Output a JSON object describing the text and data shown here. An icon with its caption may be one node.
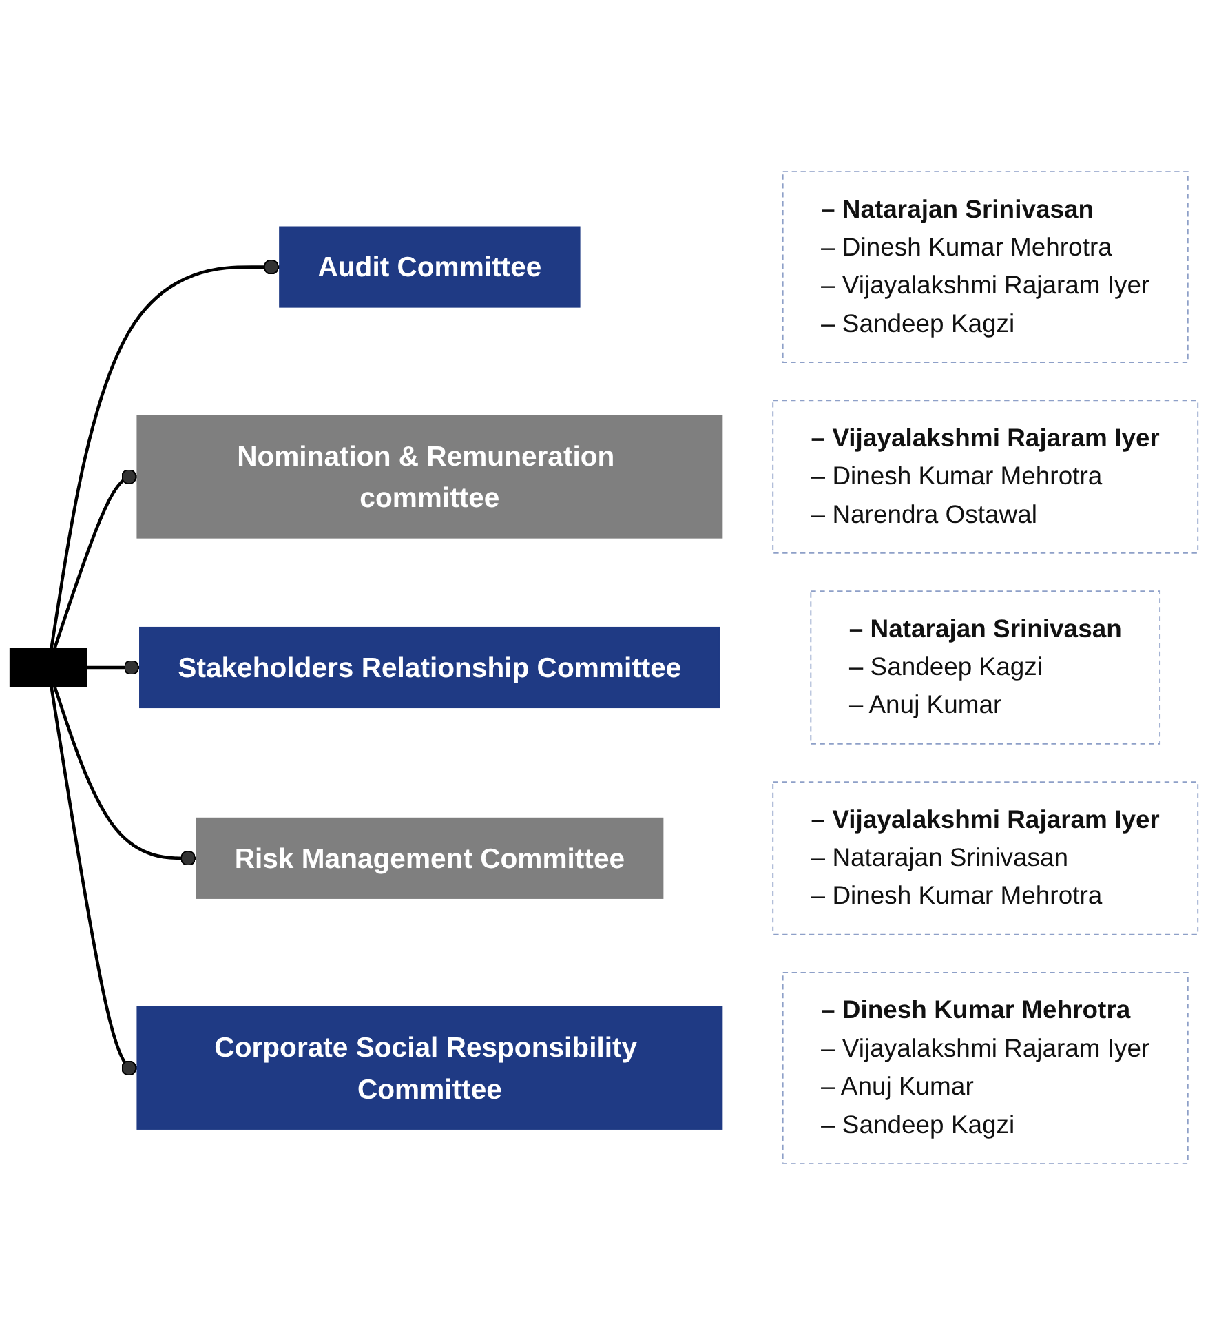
{
  "diagram": {
    "nodes": [
      {
        "text": [],
        "shape": "bar"
      },
      {
        "text": [
          "Audit Committee"
        ]
      },
      {
        "text": [
          "– Natarajan Srinivasan",
          "– Dinesh Kumar Mehrotra",
          "– Vijayalakshmi Rajaram Iyer",
          "– Sandeep Kagzi"
        ]
      },
      {
        "text": [
          "Nomination & Remuneration committee"
        ]
      },
      {
        "text": [
          "– Vijayalakshmi Rajaram Iyer",
          "– Dinesh Kumar Mehrotra",
          "– Narendra Ostawal"
        ]
      },
      {
        "text": [
          "Stakeholders Relationship Committee"
        ]
      },
      {
        "text": [
          "– Natarajan Srinivasan",
          "– Sandeep Kagzi",
          "– Anuj Kumar"
        ]
      },
      {
        "text": [
          "Risk Management Committee"
        ]
      },
      {
        "text": [
          "– Vijayalakshmi Rajaram Iyer",
          "– Natarajan Srinivasan",
          "– Dinesh Kumar Mehrotra"
        ]
      },
      {
        "text": [
          "Corporate Social Responsibility Committee"
        ]
      },
      {
        "text": [
          "– Dinesh Kumar Mehrotra",
          "– Vijayalakshmi Rajaram Iyer",
          "– Anuj Kumar",
          "– Sandeep Kagzi"
        ]
      }
    ],
    "edges": [
      {
        "from": 0,
        "to": 1,
        "arrow": "other"
      },
      {
        "from": 0,
        "to": 3,
        "arrow": "other"
      },
      {
        "from": 0,
        "to": 5,
        "arrow": "other"
      },
      {
        "from": 0,
        "to": 7,
        "arrow": "other"
      },
      {
        "from": 0,
        "to": 9,
        "arrow": "other"
      }
    ]
  }
}
